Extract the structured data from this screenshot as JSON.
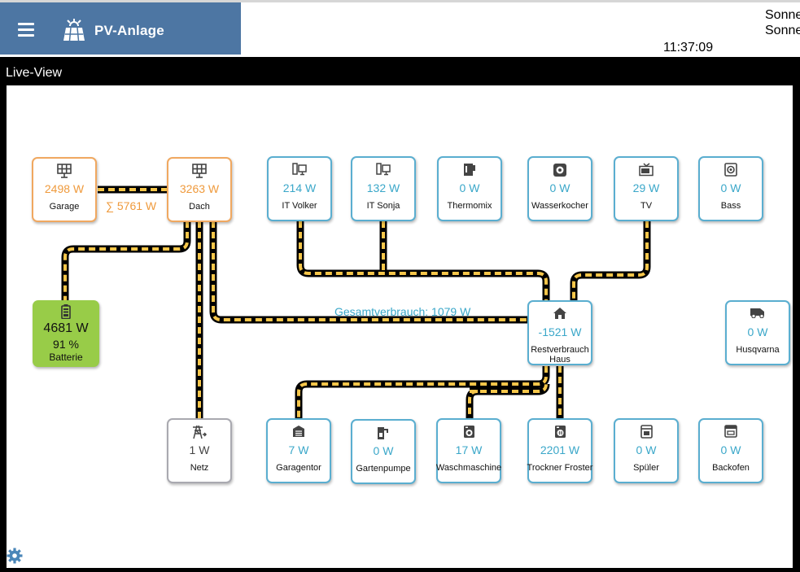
{
  "header": {
    "title": "PV-Anlage",
    "sun_lines": [
      "Sonne",
      "Sonne"
    ],
    "clock": "11:37:09"
  },
  "view": {
    "title": "Live-View"
  },
  "colors": {
    "header_bg": "#4d76a3",
    "consumer_border": "#5aaed0",
    "solar_border": "#f0a860",
    "grid_border": "#a9a9b0",
    "battery_bg": "#98cc48",
    "value_blue": "#3aa7c9",
    "value_orange": "#ef9a3c",
    "flow_line": "#000000",
    "flow_dash": "#f6c64a"
  },
  "solar": {
    "garage": {
      "power": "2498 W",
      "label": "Garage",
      "icon": "solar-panel-icon"
    },
    "dach": {
      "power": "3263 W",
      "label": "Dach",
      "icon": "solar-panel-icon"
    },
    "sum": "∑ 5761 W"
  },
  "battery": {
    "power": "4681 W",
    "soc": "91 %",
    "label": "Batterie",
    "icon": "battery-icon"
  },
  "grid": {
    "power": "1 W",
    "label": "Netz",
    "icon": "power-tower-icon"
  },
  "house": {
    "power": "-1521 W",
    "label": "Restverbrauch Haus",
    "icon": "house-icon",
    "total": "Gesamtverbrauch: 1079 W"
  },
  "consumers_top": [
    {
      "label": "IT Volker",
      "power": "214 W",
      "icon": "computer-icon"
    },
    {
      "label": "IT Sonja",
      "power": "132 W",
      "icon": "computer-icon"
    },
    {
      "label": "Thermomix",
      "power": "0 W",
      "icon": "kitchen-mixer-icon"
    },
    {
      "label": "Wasserkocher",
      "power": "0 W",
      "icon": "kettle-icon"
    },
    {
      "label": "TV",
      "power": "29 W",
      "icon": "tv-icon"
    },
    {
      "label": "Bass",
      "power": "0 W",
      "icon": "speaker-icon"
    }
  ],
  "husqvarna": {
    "label": "Husqvarna",
    "power": "0 W",
    "icon": "mower-icon"
  },
  "consumers_bottom": [
    {
      "label": "Garagentor",
      "power": "7 W",
      "icon": "garage-door-icon"
    },
    {
      "label": "Gartenpumpe",
      "power": "0 W",
      "icon": "water-pump-icon"
    },
    {
      "label": "Waschmaschine",
      "power": "17 W",
      "icon": "washing-machine-icon"
    },
    {
      "label": "Trockner Froster",
      "power": "2201 W",
      "icon": "dryer-icon"
    },
    {
      "label": "Spüler",
      "power": "0 W",
      "icon": "dishwasher-icon"
    },
    {
      "label": "Backofen",
      "power": "0 W",
      "icon": "oven-icon"
    }
  ]
}
